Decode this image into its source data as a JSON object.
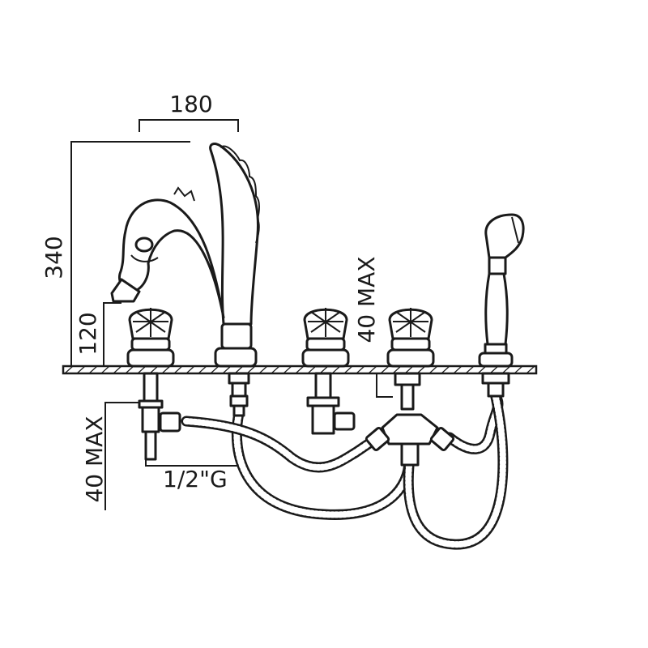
{
  "dimensions": {
    "width": "180",
    "height": "340",
    "spout_clearance": "120",
    "deck_max_top": "40 MAX",
    "deck_max_bottom": "40 MAX",
    "thread": "1/2\"G"
  }
}
